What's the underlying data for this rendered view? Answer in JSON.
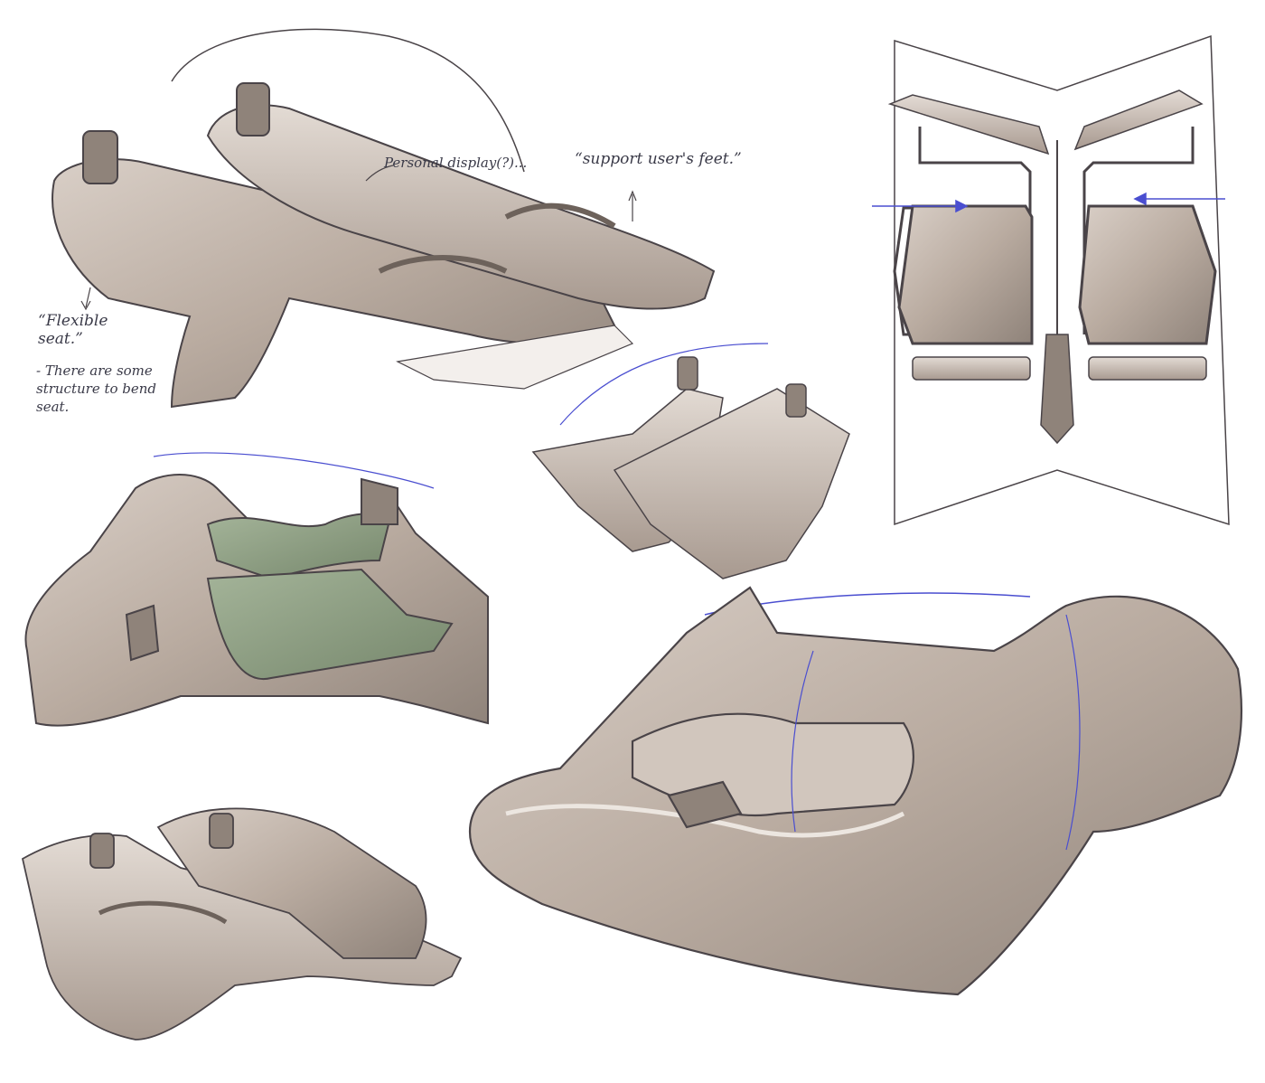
{
  "sheet": {
    "background": "#ffffff",
    "palette": {
      "marker_warm_gray": "#b9aba0",
      "marker_light": "#d8cec6",
      "marker_dark": "#8c7f76",
      "green_tint": "#8d9f80",
      "pen_line": "#4a4448",
      "blue_construction": "#4a4ed0"
    }
  },
  "annotations": {
    "flexible_seat": "“Flexible\n  seat.”",
    "structure_note": "- There are some\n  structure to bend\n  seat.",
    "personal_display": "Personal display(?)...",
    "support_feet": "“support user's feet.”"
  },
  "sketches": [
    {
      "id": "top-left",
      "subject": "twin reclining seats with headrests and footrest panels"
    },
    {
      "id": "top-middle-small",
      "subject": "twin seats, alternate view with footrests"
    },
    {
      "id": "top-right",
      "subject": "top view of two seats with blue arrows pointing inward"
    },
    {
      "id": "middle-left",
      "subject": "enclosed pod with green-tinted seat surfaces"
    },
    {
      "id": "bottom-left",
      "subject": "twin lounge seats, low angle"
    },
    {
      "id": "bottom-right",
      "subject": "large enclosed pod shell with seat insert"
    }
  ]
}
